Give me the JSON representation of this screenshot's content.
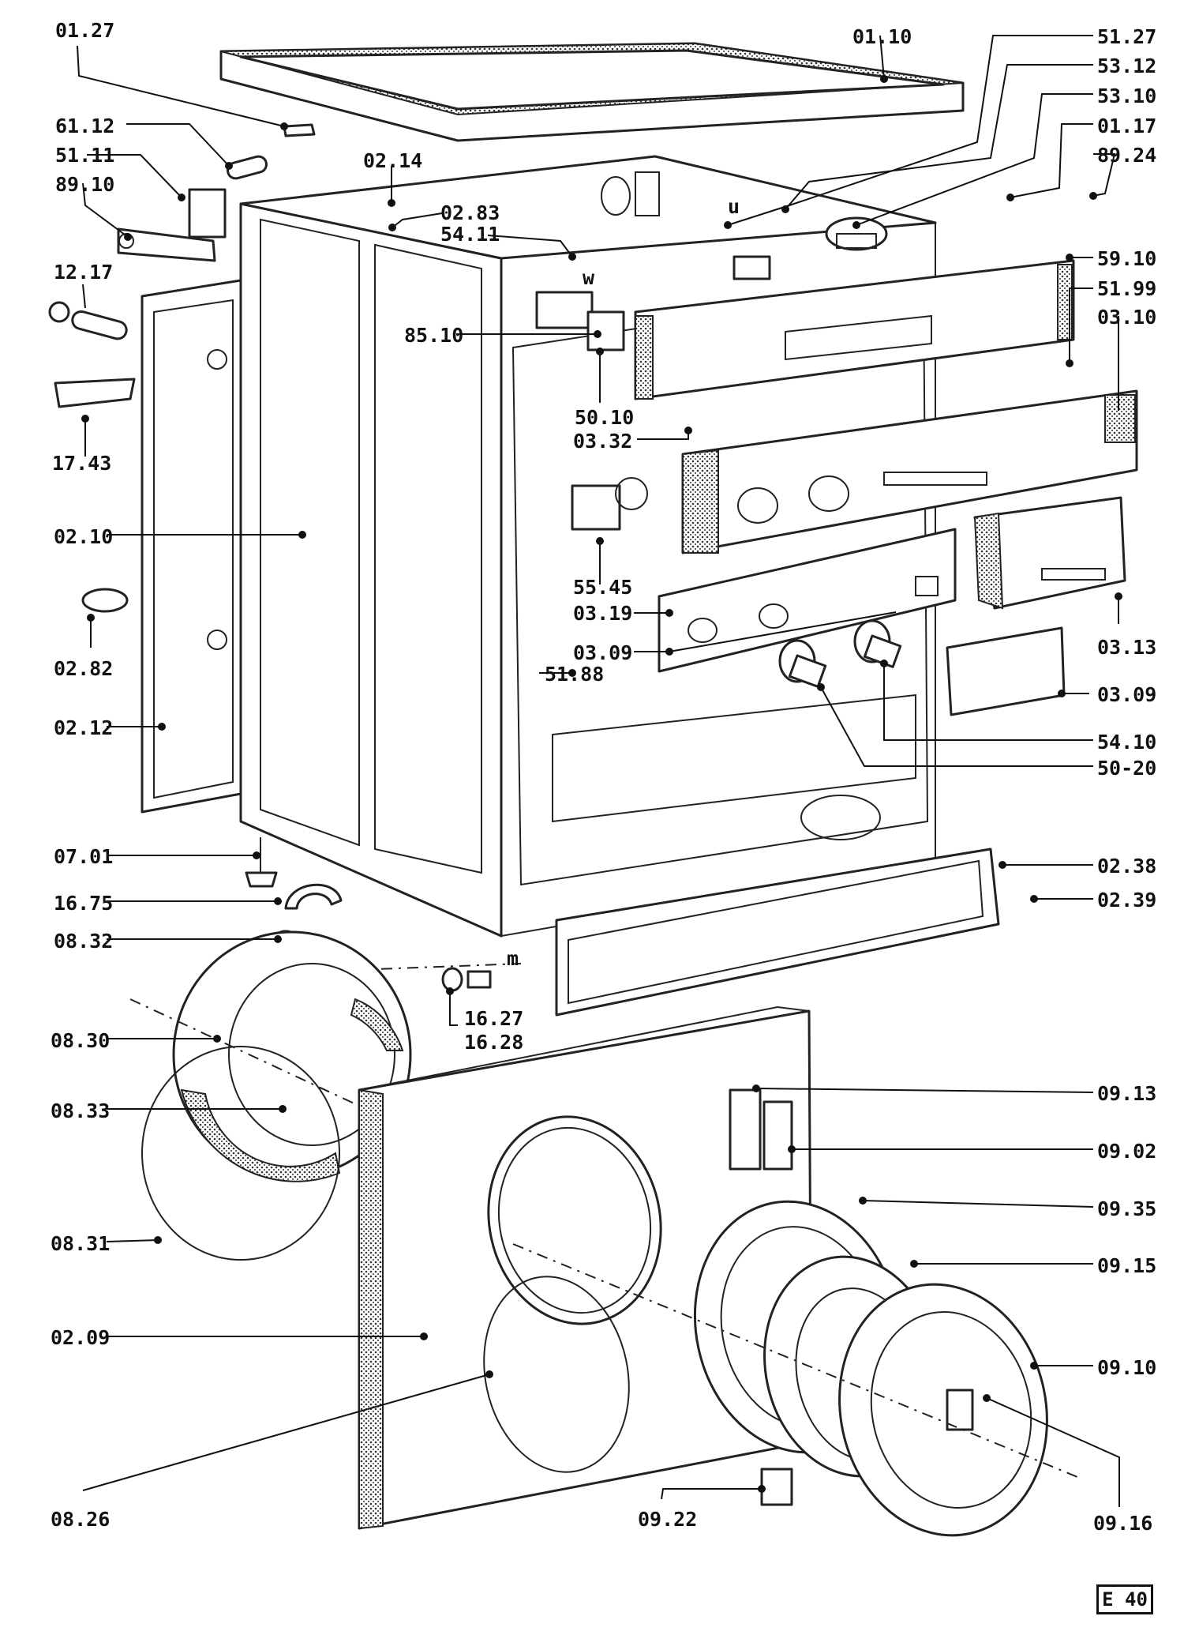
{
  "sheet": {
    "tag": "E 40"
  },
  "callouts": [
    {
      "id": "c0127a",
      "text": "01.27"
    },
    {
      "id": "c0110",
      "text": "01.10"
    },
    {
      "id": "c5127",
      "text": "51.27"
    },
    {
      "id": "c5312",
      "text": "53.12"
    },
    {
      "id": "c5310",
      "text": "53.10"
    },
    {
      "id": "c0117",
      "text": "01.17"
    },
    {
      "id": "c8924",
      "text": "89.24"
    },
    {
      "id": "c6112",
      "text": "61.12"
    },
    {
      "id": "c5111",
      "text": "51.11"
    },
    {
      "id": "c8910",
      "text": "89.10"
    },
    {
      "id": "c0214",
      "text": "02.14"
    },
    {
      "id": "c0283",
      "text": "02.83"
    },
    {
      "id": "c5411",
      "text": "54.11"
    },
    {
      "id": "c1217",
      "text": "12.17"
    },
    {
      "id": "c5910",
      "text": "59.10"
    },
    {
      "id": "c5199",
      "text": "51.99"
    },
    {
      "id": "c0310",
      "text": "03.10"
    },
    {
      "id": "c8510",
      "text": "85.10"
    },
    {
      "id": "c5010",
      "text": "50.10"
    },
    {
      "id": "c1743",
      "text": "17.43"
    },
    {
      "id": "c0332",
      "text": "03.32"
    },
    {
      "id": "c0210",
      "text": "02.10"
    },
    {
      "id": "c5545",
      "text": "55.45"
    },
    {
      "id": "c0319",
      "text": "03.19"
    },
    {
      "id": "c0282",
      "text": "02.82"
    },
    {
      "id": "c0309a",
      "text": "03.09"
    },
    {
      "id": "c0313",
      "text": "03.13"
    },
    {
      "id": "c5188",
      "text": "51.88"
    },
    {
      "id": "c0309b",
      "text": "03.09"
    },
    {
      "id": "c0212",
      "text": "02.12"
    },
    {
      "id": "c5410",
      "text": "54.10"
    },
    {
      "id": "c5020",
      "text": "50-20"
    },
    {
      "id": "c0701",
      "text": "07.01"
    },
    {
      "id": "c0238",
      "text": "02.38"
    },
    {
      "id": "c1675",
      "text": "16.75"
    },
    {
      "id": "c0239",
      "text": "02.39"
    },
    {
      "id": "c0832",
      "text": "08.32"
    },
    {
      "id": "c1627",
      "text": "16.27"
    },
    {
      "id": "c1628",
      "text": "16.28"
    },
    {
      "id": "c0830",
      "text": "08.30"
    },
    {
      "id": "c0913",
      "text": "09.13"
    },
    {
      "id": "c0833",
      "text": "08.33"
    },
    {
      "id": "c0902",
      "text": "09.02"
    },
    {
      "id": "c0935",
      "text": "09.35"
    },
    {
      "id": "c0831",
      "text": "08.31"
    },
    {
      "id": "c0915",
      "text": "09.15"
    },
    {
      "id": "c0209",
      "text": "02.09"
    },
    {
      "id": "c0910",
      "text": "09.10"
    },
    {
      "id": "c0826",
      "text": "08.26"
    },
    {
      "id": "c0922",
      "text": "09.22"
    },
    {
      "id": "c0916",
      "text": "09.16"
    }
  ],
  "letters": [
    {
      "id": "lu",
      "text": "u"
    },
    {
      "id": "lw",
      "text": "w"
    },
    {
      "id": "lm",
      "text": "m"
    }
  ],
  "panel_knobs": [
    "knob-left",
    "knob-right"
  ]
}
